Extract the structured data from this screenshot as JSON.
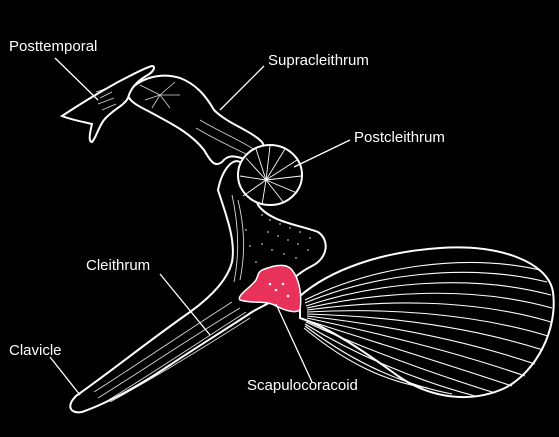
{
  "labels": {
    "posttemporal": "Posttemporal",
    "supracleithrum": "Supracleithrum",
    "postcleithrum": "Postcleithrum",
    "cleithrum": "Cleithrum",
    "clavicle": "Clavicle",
    "scapulocoracoid": "Scapulocoracoid"
  },
  "colors": {
    "background": "#000000",
    "bone_outline": "#ffffff",
    "highlight": "#e8325a"
  }
}
